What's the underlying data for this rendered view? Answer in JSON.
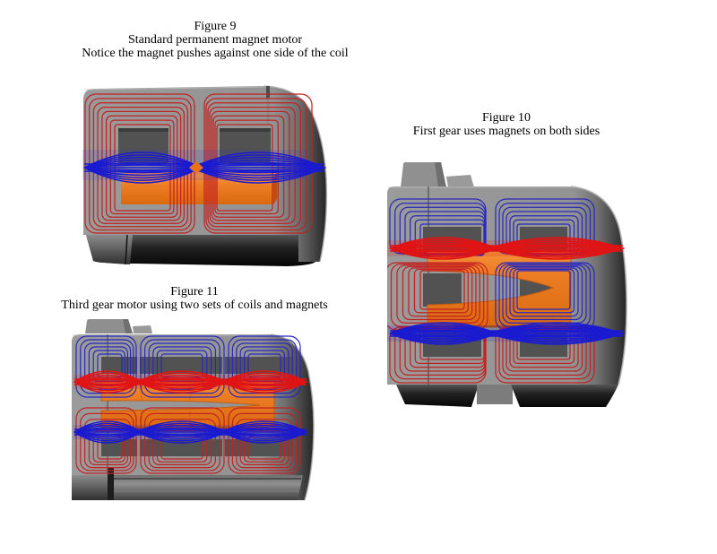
{
  "figures": [
    {
      "id": "figure9",
      "title": "Figure 9",
      "caption_lines": [
        "Standard permanent magnet motor",
        "Notice the magnet pushes against one side of the coil"
      ],
      "image_description": "standard-permanent-magnet-motor-render"
    },
    {
      "id": "figure10",
      "title": "Figure 10",
      "caption_lines": [
        "First gear uses magnets on both sides"
      ],
      "image_description": "first-gear-motor-render"
    },
    {
      "id": "figure11",
      "title": "Figure 11",
      "caption_lines": [
        "Third gear motor using two sets of coils and magnets"
      ],
      "image_description": "third-gear-motor-render"
    }
  ],
  "colors": {
    "coil_red": "#c32222",
    "coil_blue": "#2828c0",
    "lens_red": "#e01414",
    "lens_blue": "#1a1ad0",
    "magnet_orange": "#e8721c",
    "magnet_orange_light": "#f79440",
    "magnet_orange_dark": "#b5520c",
    "steel_light": "#9c9c9c",
    "steel_dark": "#2e2e2e",
    "window_gray": "#525252",
    "page_background": "#ffffff",
    "caption_text": "#000000"
  }
}
